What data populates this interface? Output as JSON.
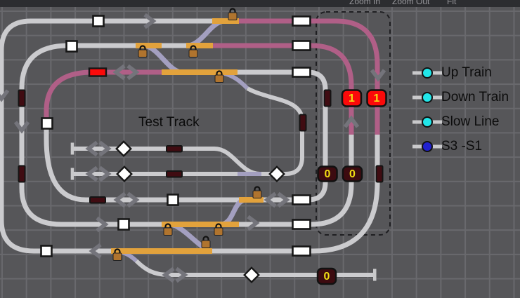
{
  "toolbar": {
    "zoom_in": "Zoom In",
    "zoom_out": "Zoom Out",
    "fit": "Fit"
  },
  "canvas": {
    "title": "Test Track"
  },
  "signals": {
    "up_line_right": "1",
    "down_line_right": "1",
    "inner_loop_right": "0",
    "middle_loop_right": "0",
    "yard_stub": "0"
  },
  "legend": {
    "items": [
      {
        "label": "Up Train",
        "color": "#21e6e9"
      },
      {
        "label": "Down Train",
        "color": "#21e6e9"
      },
      {
        "label": "Slow Line",
        "color": "#21e6e9"
      },
      {
        "label": "S3 -S1",
        "color": "#2121cf"
      }
    ]
  },
  "icons": {
    "padlock": "padlock-icon (locked turnout section)",
    "direction_arrow": "direction-arrow-icon (route direction chevron)",
    "turnout_square": "turnout-state-icon (white square)",
    "block_sensor": "block-sensor-icon (white rectangle)",
    "occupied_sensor": "occupied-sensor-icon (red rectangle)",
    "unknown_diamond": "turnout-unknown-icon (white diamond)",
    "signal_head": "signal-head-icon (dark red bar)",
    "buffer_stop": "buffer-stop-icon (track end bar)",
    "selection_outline": "selection-outline (dashed zone)"
  },
  "colors": {
    "background": "#565659",
    "grid_line": "#69696d",
    "toolbar_bg": "#2c2d30",
    "track": "#cbcbce",
    "route_pink": "#b05f87",
    "turnout_lavender": "#a39fc0",
    "locked_orange": "#e2a23c",
    "signal_active_bg": "#fb0a0a",
    "signal_inactive_bg": "#3d0b10",
    "badge_text": "#f2de14",
    "sensor_red": "#fb0a0a"
  }
}
